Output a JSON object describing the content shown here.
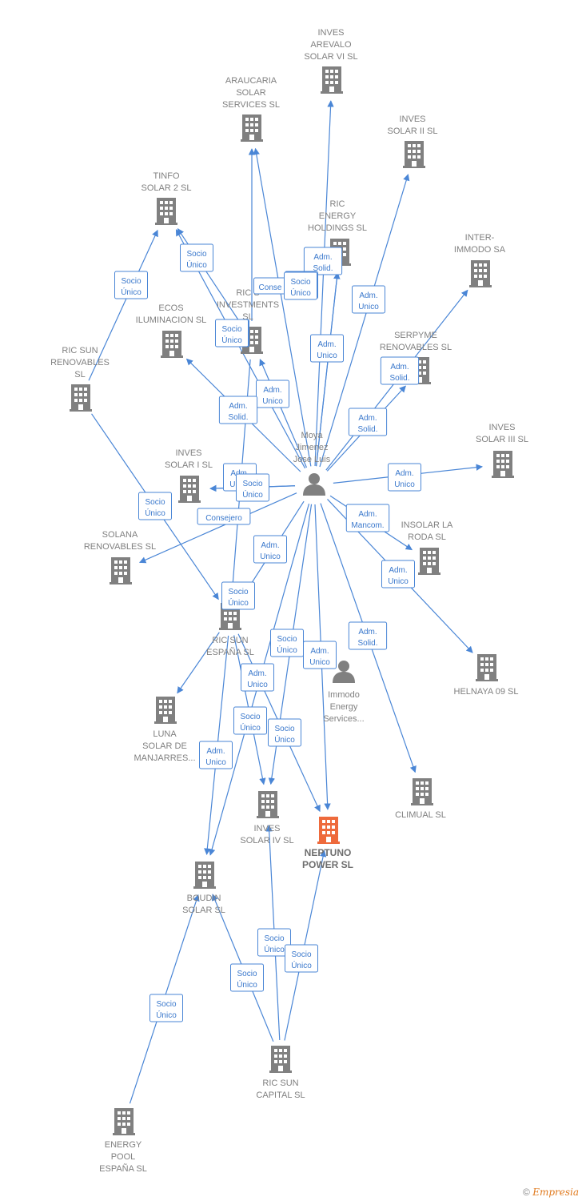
{
  "nodes": [
    {
      "id": "inves_arevalo",
      "type": "company",
      "label": [
        "INVES",
        "AREVALO",
        "SOLAR VI SL"
      ]
    },
    {
      "id": "araucaria",
      "type": "company",
      "label": [
        "ARAUCARIA",
        "SOLAR",
        "SERVICES SL"
      ]
    },
    {
      "id": "inves_solar_ii",
      "type": "company",
      "label": [
        "INVES",
        "SOLAR II SL"
      ]
    },
    {
      "id": "tinfo",
      "type": "company",
      "label": [
        "TINFO",
        "SOLAR 2 SL"
      ]
    },
    {
      "id": "ric_energy",
      "type": "company",
      "label": [
        "RIC",
        "ENERGY",
        "HOLDINGS  SL"
      ]
    },
    {
      "id": "inter_immodo",
      "type": "company",
      "label": [
        "INTER-",
        "IMMODO SA"
      ]
    },
    {
      "id": "ric_investments",
      "type": "company",
      "label": [
        "RIC S",
        "INVESTMENTS",
        "SL"
      ]
    },
    {
      "id": "ecos",
      "type": "company",
      "label": [
        "ECOS",
        "ILUMINACION SL"
      ]
    },
    {
      "id": "serpyme",
      "type": "company",
      "label": [
        "SERPYME",
        "RENOVABLES SL"
      ]
    },
    {
      "id": "ric_sun_renovables",
      "type": "company",
      "label": [
        "RIC SUN",
        "RENOVABLES",
        "SL"
      ]
    },
    {
      "id": "moya",
      "type": "person",
      "label": [
        "Moya",
        "Jimenez",
        "Jose Luis"
      ]
    },
    {
      "id": "inves_solar_iii",
      "type": "company",
      "label": [
        "INVES",
        "SOLAR III SL"
      ]
    },
    {
      "id": "inves_solar_i",
      "type": "company",
      "label": [
        "INVES",
        "SOLAR I SL"
      ]
    },
    {
      "id": "insolar",
      "type": "company",
      "label": [
        "INSOLAR LA",
        "RODA  SL"
      ]
    },
    {
      "id": "solana",
      "type": "company",
      "label": [
        "SOLANA",
        "RENOVABLES SL"
      ]
    },
    {
      "id": "ric_sun_espana",
      "type": "company",
      "label": [
        "RIC SUN",
        "ESPAÑA  SL"
      ]
    },
    {
      "id": "helnaya",
      "type": "company",
      "label": [
        "HELNAYA 09 SL"
      ]
    },
    {
      "id": "immodo",
      "type": "person",
      "label": [
        "Immodo",
        "Energy",
        "Services..."
      ]
    },
    {
      "id": "luna",
      "type": "company",
      "label": [
        "LUNA",
        "SOLAR DE",
        "MANJARRES..."
      ]
    },
    {
      "id": "climual",
      "type": "company",
      "label": [
        "CLIMUAL SL"
      ]
    },
    {
      "id": "inves_solar_iv",
      "type": "company",
      "label": [
        "INVES",
        "SOLAR IV SL"
      ]
    },
    {
      "id": "neptuno",
      "type": "company",
      "main": true,
      "label": [
        "NEPTUNO",
        "POWER  SL"
      ]
    },
    {
      "id": "boudin",
      "type": "company",
      "label": [
        "BOUDIN",
        "SOLAR SL"
      ]
    },
    {
      "id": "ric_sun_capital",
      "type": "company",
      "label": [
        "RIC SUN",
        "CAPITAL  SL"
      ]
    },
    {
      "id": "energy_pool",
      "type": "company",
      "label": [
        "ENERGY",
        "POOL",
        "ESPAÑA  SL"
      ]
    }
  ],
  "edges": [
    {
      "from": "moya",
      "to": "inves_arevalo",
      "label": [
        "Adm.",
        "Solid."
      ]
    },
    {
      "from": "moya",
      "to": "araucaria",
      "label": [
        "Conse"
      ]
    },
    {
      "from": "moya",
      "to": "inves_solar_ii",
      "label": [
        "Adm.",
        "Unico"
      ]
    },
    {
      "from": "moya",
      "to": "tinfo",
      "label": [
        "Socio",
        "Único"
      ]
    },
    {
      "from": "moya",
      "to": "ric_energy",
      "label": [
        "Adm.",
        "Unico"
      ]
    },
    {
      "from": "moya",
      "to": "inter_immodo",
      "label": [
        "Adm.",
        "Solid."
      ]
    },
    {
      "from": "moya",
      "to": "ric_investments",
      "label": [
        "Adm.",
        "Unico"
      ]
    },
    {
      "from": "moya",
      "to": "ecos",
      "label": [
        "Adm.",
        "Solid."
      ]
    },
    {
      "from": "moya",
      "to": "serpyme",
      "label": [
        "Adm.",
        "Solid."
      ]
    },
    {
      "from": "moya",
      "to": "inves_solar_iii",
      "label": [
        "Adm.",
        "Unico"
      ]
    },
    {
      "from": "moya",
      "to": "inves_solar_i",
      "label": [
        "Adm.",
        "Unico"
      ]
    },
    {
      "from": "moya",
      "to": "insolar",
      "label": [
        "Adm.",
        "Mancom."
      ]
    },
    {
      "from": "moya",
      "to": "solana",
      "label": [
        "Consejero"
      ]
    },
    {
      "from": "moya",
      "to": "ric_sun_espana",
      "label": [
        "Adm.",
        "Unico"
      ]
    },
    {
      "from": "moya",
      "to": "helnaya",
      "label": [
        "Adm.",
        "Unico"
      ]
    },
    {
      "from": "moya",
      "to": "climual",
      "label": [
        "Adm.",
        "Solid."
      ]
    },
    {
      "from": "moya",
      "to": "neptuno",
      "label": [
        "Adm.",
        "Unico"
      ]
    },
    {
      "from": "moya",
      "to": "inves_solar_iv",
      "label": [
        "Adm.",
        "Unico"
      ]
    },
    {
      "from": "ric_investments",
      "to": "araucaria",
      "label": [
        "Socio",
        "Único"
      ]
    },
    {
      "from": "ric_sun_renovables",
      "to": "tinfo",
      "label": [
        "Socio",
        "Único"
      ]
    },
    {
      "from": "ric_sun_renovables",
      "to": "ric_sun_espana",
      "label": [
        "Socio",
        "Único"
      ]
    },
    {
      "from": "ric_investments",
      "to": "tinfo",
      "label": [
        "Socio",
        "Único"
      ]
    },
    {
      "from": "ric_investments",
      "to": "ric_sun_espana",
      "label": [
        "Socio",
        "Único"
      ]
    },
    {
      "from": "ric_sun_espana",
      "to": "luna",
      "label": [
        "Adm.",
        "Unico"
      ]
    },
    {
      "from": "ric_sun_espana",
      "to": "inves_solar_iv",
      "label": [
        "Socio",
        "Único"
      ]
    },
    {
      "from": "ric_sun_espana",
      "to": "neptuno",
      "label": [
        "Socio",
        "Único"
      ]
    },
    {
      "from": "ric_sun_espana",
      "to": "boudin",
      "label": [
        "Socio",
        "Único"
      ]
    },
    {
      "from": "moya",
      "to": "boudin",
      "label": [
        "Socio",
        "Único"
      ]
    },
    {
      "from": "ric_sun_capital",
      "to": "inves_solar_iv",
      "label": [
        "Socio",
        "Único"
      ]
    },
    {
      "from": "ric_sun_capital",
      "to": "neptuno",
      "label": [
        "Socio",
        "Único"
      ]
    },
    {
      "from": "ric_sun_capital",
      "to": "boudin",
      "label": [
        "Socio",
        "Único"
      ]
    },
    {
      "from": "energy_pool",
      "to": "boudin",
      "label": [
        "Socio",
        "Único"
      ]
    },
    {
      "from": "moya",
      "to": "ric_energy",
      "label": [
        "Socio",
        "Único"
      ]
    },
    {
      "from": "moya",
      "to": "inves_solar_i",
      "label": [
        "Socio",
        "Único"
      ]
    }
  ],
  "colors": {
    "company": "#808080",
    "main": "#ee6a3c",
    "edge": "#4a86d6",
    "label": "#808080"
  },
  "footer": {
    "copyright": "©",
    "brand": "Empresia"
  }
}
